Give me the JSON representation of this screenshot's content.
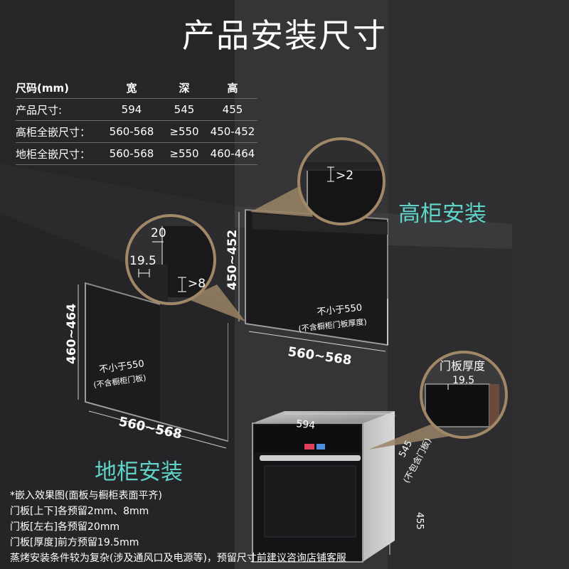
{
  "title": "产品安装尺寸",
  "size_table": {
    "header": [
      "尺码(mm)",
      "宽",
      "深",
      "高"
    ],
    "rows": [
      [
        "产品尺寸:",
        "594",
        "545",
        "455"
      ],
      [
        "高柜全嵌尺寸：",
        "560-568",
        "≥550",
        "450-452"
      ],
      [
        "地柜全嵌尺寸：",
        "560-568",
        "≥550",
        "460-464"
      ]
    ]
  },
  "high_cabinet": {
    "label": "高柜安装",
    "height": "450~452",
    "width": "560~568",
    "depth_line1": "不小于550",
    "depth_line2": "(不含橱柜门板厚度)",
    "gap_top": ">2"
  },
  "low_cabinet": {
    "label": "地柜安装",
    "height": "460~464",
    "width": "560~568",
    "depth_line1": "不小于550",
    "depth_line2": "(不含橱柜门板)"
  },
  "detail_gaps": {
    "top": "20",
    "side": "19.5",
    "bottom": ">8"
  },
  "door_detail": {
    "label": "门板厚度",
    "value": "19.5"
  },
  "product": {
    "width": "594",
    "depth_line1": "545",
    "depth_line2": "(不包含门板)",
    "height": "455"
  },
  "notes": [
    "*嵌入效果图(面板与橱柜表面平齐)",
    "门板[上下]各预留2mm、8mm",
    "门板[左右]各预留20mm",
    "门板[厚度]前方预留19.5mm",
    "蒸烤安装条件较为复杂(涉及通风口及电源等)，预留尺寸前建议咨询店铺客服"
  ],
  "colors": {
    "background": "#2a2a2c",
    "accent": "#5fd3c8",
    "callout": "#a08866",
    "text": "#ffffff"
  }
}
